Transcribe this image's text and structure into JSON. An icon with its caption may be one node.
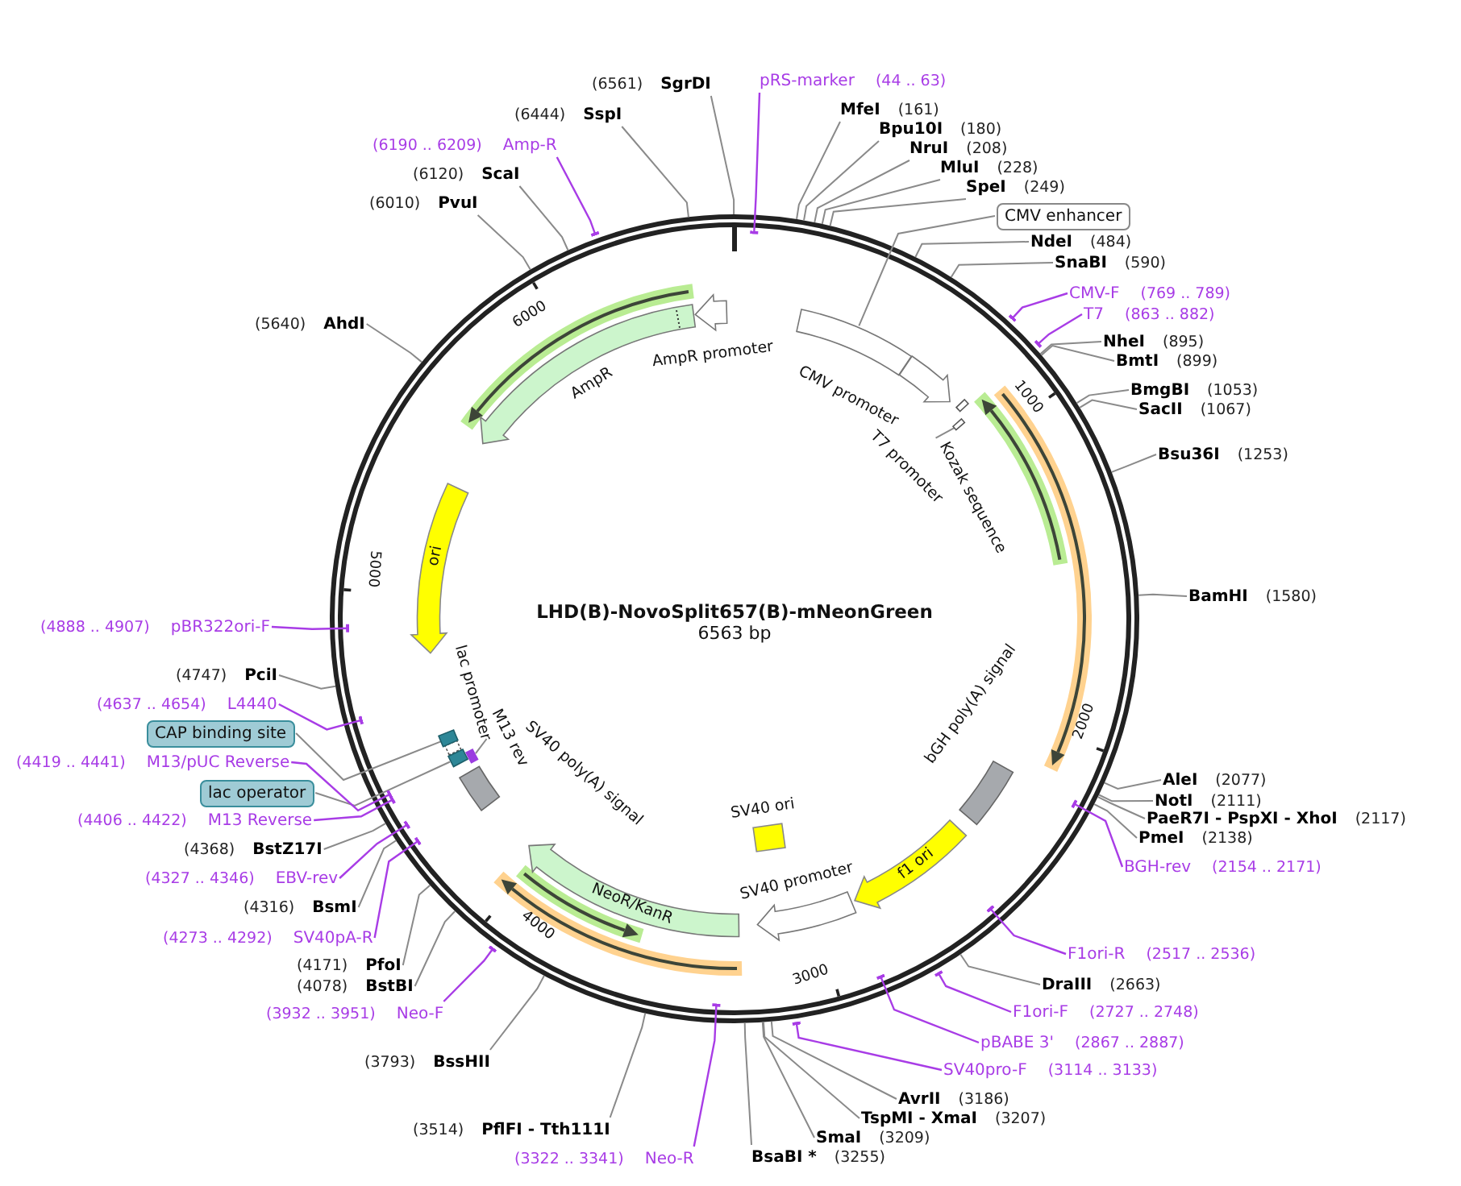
{
  "diagram": {
    "title": "LHD(B)-NovoSplit657(B)-mNeonGreen",
    "nodes": [
      {
        "text": [
          "pRS-marker",
          "(44 .. 63)"
        ]
      },
      {
        "text": [
          "MfeI",
          "(161)"
        ]
      },
      {
        "text": [
          "Bpu10I",
          "(180)"
        ]
      },
      {
        "text": [
          "NruI",
          "(208)"
        ]
      },
      {
        "text": [
          "MluI",
          "(228)"
        ]
      },
      {
        "text": [
          "SpeI",
          "(249)"
        ]
      },
      {
        "text": [
          "CMV enhancer"
        ]
      },
      {
        "text": [
          "NdeI",
          "(484)"
        ]
      },
      {
        "text": [
          "SnaBI",
          "(590)"
        ]
      },
      {
        "text": [
          "CMV-F",
          "(769 .. 789)"
        ]
      },
      {
        "text": [
          "T7",
          "(863 .. 882)"
        ]
      },
      {
        "text": [
          "NheI",
          "(895)"
        ]
      },
      {
        "text": [
          "BmtI",
          "(899)"
        ]
      },
      {
        "text": [
          "BmgBI",
          "(1053)"
        ]
      },
      {
        "text": [
          "SacII",
          "(1067)"
        ]
      },
      {
        "text": [
          "Bsu36I",
          "(1253)"
        ]
      },
      {
        "text": [
          "BamHI",
          "(1580)"
        ]
      },
      {
        "text": [
          "AleI",
          "(2077)"
        ]
      },
      {
        "text": [
          "NotI",
          "(2111)"
        ]
      },
      {
        "text": [
          "PaeR7I - PspXI - XhoI",
          "(2117)"
        ]
      },
      {
        "text": [
          "PmeI",
          "(2138)"
        ]
      },
      {
        "text": [
          "BGH-rev",
          "(2154 .. 2171)"
        ]
      },
      {
        "text": [
          "F1ori-R",
          "(2517 .. 2536)"
        ]
      },
      {
        "text": [
          "DraIII",
          "(2663)"
        ]
      },
      {
        "text": [
          "F1ori-F",
          "(2727 .. 2748)"
        ]
      },
      {
        "text": [
          "pBABE 3'",
          "(2867 .. 2887)"
        ]
      },
      {
        "text": [
          "SV40pro-F",
          "(3114 .. 3133)"
        ]
      },
      {
        "text": [
          "AvrII",
          "(3186)"
        ]
      },
      {
        "text": [
          "TspMI - XmaI",
          "(3207)"
        ]
      },
      {
        "text": [
          "SmaI",
          "(3209)"
        ]
      },
      {
        "text": [
          "BsaBI *",
          "(3255)"
        ]
      },
      {
        "text": [
          "(3322 .. 3341)",
          "Neo-R"
        ]
      },
      {
        "text": [
          "(3514)",
          "PflFI - Tth111I"
        ]
      },
      {
        "text": [
          "(3793)",
          "BssHII"
        ]
      },
      {
        "text": [
          "(3932 .. 3951)",
          "Neo-F"
        ]
      },
      {
        "text": [
          "(4171)",
          "PfoI"
        ]
      },
      {
        "text": [
          "(4078)",
          "BstBI"
        ]
      },
      {
        "text": [
          "(4273 .. 4292)",
          "SV40pA-R"
        ]
      },
      {
        "text": [
          "(4316)",
          "BsmI"
        ]
      },
      {
        "text": [
          "(4327 .. 4346)",
          "EBV-rev"
        ]
      },
      {
        "text": [
          "(4368)",
          "BstZ17I"
        ]
      },
      {
        "text": [
          "(4406 .. 4422)",
          "M13 Reverse"
        ]
      },
      {
        "text": [
          "lac operator"
        ]
      },
      {
        "text": [
          "(4419 .. 4441)",
          "M13/pUC Reverse"
        ]
      },
      {
        "text": [
          "CAP binding site"
        ]
      },
      {
        "text": [
          "(4637 .. 4654)",
          "L4440"
        ]
      },
      {
        "text": [
          "(4747)",
          "PciI"
        ]
      },
      {
        "text": [
          "(4888 .. 4907)",
          "pBR322ori-F"
        ]
      },
      {
        "text": [
          "(5640)",
          "AhdI"
        ]
      },
      {
        "text": [
          "(6010)",
          "PvuI"
        ]
      },
      {
        "text": [
          "(6120)",
          "ScaI"
        ]
      },
      {
        "text": [
          "(6190 .. 6209)",
          "Amp-R"
        ]
      },
      {
        "text": [
          "(6444)",
          "SspI"
        ]
      },
      {
        "text": [
          "(6561)",
          "SgrDI"
        ]
      },
      {
        "text": [
          "AmpR promoter"
        ]
      },
      {
        "text": [
          "AmpR"
        ]
      },
      {
        "text": [],
        "shape": "bar"
      },
      {
        "text": [
          "CMV promoter"
        ]
      },
      {
        "text": [
          "T7 promoter"
        ]
      },
      {
        "text": [
          "Kozak sequence"
        ]
      },
      {
        "text": [],
        "shape": "bar"
      },
      {
        "text": [
          "ori"
        ]
      },
      {
        "text": [
          "bGH poly(A) signal"
        ]
      },
      {
        "text": [
          "f1 ori"
        ]
      },
      {
        "text": [
          "SV40 promoter"
        ]
      },
      {
        "text": [
          "SV40 ori"
        ]
      },
      {
        "text": [
          "NeoR/KanR"
        ]
      },
      {
        "text": [
          "SV40 poly(A) signal"
        ]
      },
      {
        "text": [
          "lac promoter"
        ]
      },
      {
        "text": [],
        "shape": "bar"
      },
      {
        "text": [],
        "shape": "bar"
      },
      {
        "text": [
          "M13 rev"
        ]
      },
      {
        "text": [],
        "shape": "bar"
      }
    ],
    "edges": [
      {
        "from": 0,
        "to": null,
        "arrow": "other",
        "color": "#a83ce6"
      },
      {
        "from": 1,
        "to": null,
        "arrow": "none"
      },
      {
        "from": 2,
        "to": null,
        "arrow": "none"
      },
      {
        "from": 3,
        "to": null,
        "arrow": "none"
      },
      {
        "from": 4,
        "to": null,
        "arrow": "none"
      },
      {
        "from": 5,
        "to": null,
        "arrow": "none"
      },
      {
        "from": 6,
        "to": 56,
        "arrow": "none"
      },
      {
        "from": 7,
        "to": null,
        "arrow": "none"
      },
      {
        "from": 8,
        "to": null,
        "arrow": "none"
      },
      {
        "from": 9,
        "to": null,
        "arrow": "other",
        "color": "#a83ce6"
      },
      {
        "from": 10,
        "to": null,
        "arrow": "other",
        "color": "#a83ce6"
      },
      {
        "from": 11,
        "to": null,
        "arrow": "none"
      },
      {
        "from": 12,
        "to": null,
        "arrow": "none"
      },
      {
        "from": 13,
        "to": null,
        "arrow": "none"
      },
      {
        "from": 14,
        "to": null,
        "arrow": "none"
      },
      {
        "from": 15,
        "to": null,
        "arrow": "none"
      },
      {
        "from": 16,
        "to": null,
        "arrow": "none"
      },
      {
        "from": 17,
        "to": null,
        "arrow": "none"
      },
      {
        "from": 18,
        "to": null,
        "arrow": "none"
      },
      {
        "from": 19,
        "to": null,
        "arrow": "none"
      },
      {
        "from": 20,
        "to": null,
        "arrow": "none"
      },
      {
        "from": 21,
        "to": null,
        "arrow": "other",
        "color": "#a83ce6"
      },
      {
        "from": 22,
        "to": null,
        "arrow": "other",
        "color": "#a83ce6"
      },
      {
        "from": 23,
        "to": null,
        "arrow": "none"
      },
      {
        "from": 24,
        "to": null,
        "arrow": "other",
        "color": "#a83ce6"
      },
      {
        "from": 25,
        "to": null,
        "arrow": "other",
        "color": "#a83ce6"
      },
      {
        "from": 26,
        "to": null,
        "arrow": "other",
        "color": "#a83ce6"
      },
      {
        "from": 27,
        "to": null,
        "arrow": "none"
      },
      {
        "from": 28,
        "to": null,
        "arrow": "none"
      },
      {
        "from": 29,
        "to": null,
        "arrow": "none"
      },
      {
        "from": 30,
        "to": null,
        "arrow": "none"
      },
      {
        "from": 31,
        "to": null,
        "arrow": "other",
        "color": "#a83ce6"
      },
      {
        "from": 32,
        "to": null,
        "arrow": "none"
      },
      {
        "from": 33,
        "to": null,
        "arrow": "none"
      },
      {
        "from": 34,
        "to": null,
        "arrow": "other",
        "color": "#a83ce6"
      },
      {
        "from": 35,
        "to": null,
        "arrow": "none"
      },
      {
        "from": 36,
        "to": null,
        "arrow": "none"
      },
      {
        "from": 37,
        "to": null,
        "arrow": "other",
        "color": "#a83ce6"
      },
      {
        "from": 38,
        "to": null,
        "arrow": "none"
      },
      {
        "from": 39,
        "to": null,
        "arrow": "other",
        "color": "#a83ce6"
      },
      {
        "from": 40,
        "to": null,
        "arrow": "none"
      },
      {
        "from": 41,
        "to": null,
        "arrow": "other",
        "color": "#a83ce6"
      },
      {
        "from": 42,
        "to": 70,
        "arrow": "none"
      },
      {
        "from": 43,
        "to": null,
        "arrow": "other",
        "color": "#a83ce6"
      },
      {
        "from": 44,
        "to": 69,
        "arrow": "none"
      },
      {
        "from": 45,
        "to": null,
        "arrow": "other",
        "color": "#a83ce6"
      },
      {
        "from": 46,
        "to": null,
        "arrow": "none"
      },
      {
        "from": 47,
        "to": null,
        "arrow": "other",
        "color": "#a83ce6"
      },
      {
        "from": 48,
        "to": null,
        "arrow": "none"
      },
      {
        "from": 49,
        "to": null,
        "arrow": "none"
      },
      {
        "from": 50,
        "to": null,
        "arrow": "none"
      },
      {
        "from": 51,
        "to": null,
        "arrow": "other",
        "color": "#a83ce6"
      },
      {
        "from": 52,
        "to": null,
        "arrow": "none"
      },
      {
        "from": 53,
        "to": null,
        "arrow": "none"
      },
      {
        "from": 59,
        "to": 60,
        "arrow": "none"
      },
      {
        "from": 71,
        "to": 72,
        "arrow": "none"
      }
    ],
    "labels": [
      "6563 bp",
      "1000",
      "2000",
      "3000",
      "4000",
      "5000",
      "6000"
    ]
  }
}
